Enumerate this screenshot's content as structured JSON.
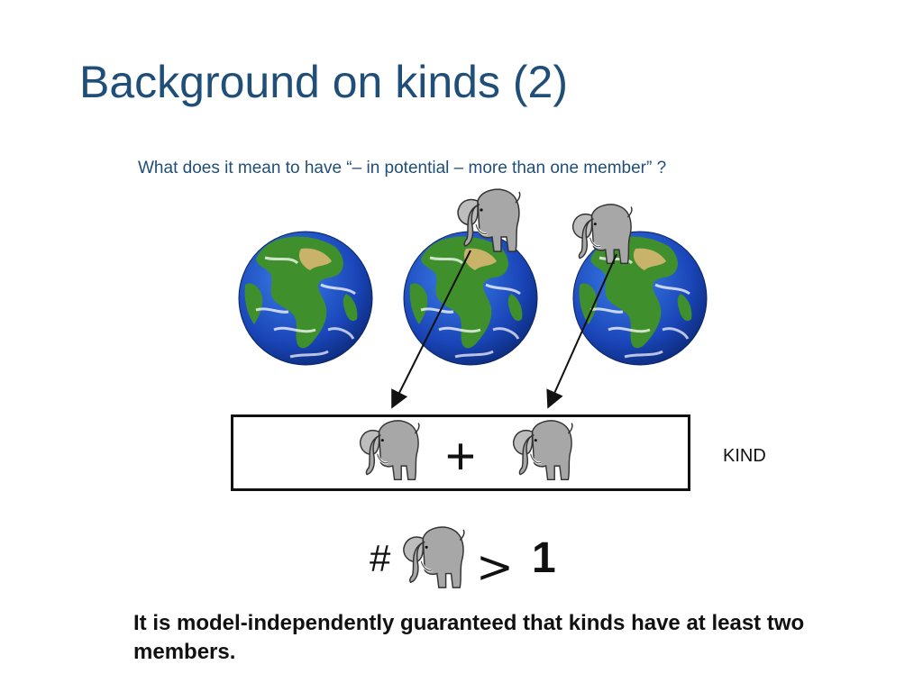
{
  "slide": {
    "title": "Background on kinds (2)",
    "question": "What does it mean to have “– in potential – more than one member” ?",
    "kind_label": "KIND",
    "plus_sign": "+",
    "hash_sign": "#",
    "greater_than": ">",
    "one": "1",
    "conclusion": "It is model-independently guaranteed that kinds have at least two members."
  },
  "icons": {
    "globe": "earth-globe-icon",
    "elephant": "elephant-icon"
  },
  "colors": {
    "title": "#1f4e79",
    "ocean": "#1e52c4",
    "land": "#3f8f2c",
    "elephant": "#a7a7a7"
  }
}
